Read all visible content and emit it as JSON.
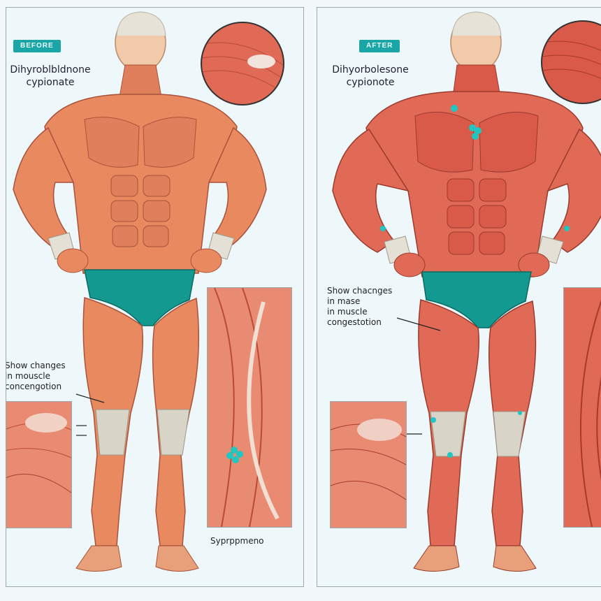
{
  "before": {
    "badge": "BEFORE",
    "title_line1": "Dihyroblbldnone",
    "title_line2": "cypionate",
    "note_line1": "Show changes",
    "note_line2": "in mouscle",
    "note_line3": "concengotion",
    "caption": "Syprppmeno"
  },
  "after": {
    "badge": "AFTER",
    "title_line1": "Dihyorbolesone",
    "title_line2": "cypionote",
    "note_line1": "Show chacnges",
    "note_line2": "in mase",
    "note_line3": "in muscle",
    "note_line4": "congestotion"
  },
  "colors": {
    "skin_before": "#e8895f",
    "muscle_before": "#e07f5b",
    "skin_after": "#e06a55",
    "muscle_after": "#d95a48",
    "shorts": "#13998f",
    "tendon": "#d8d4c8",
    "marker": "#1fc6c2"
  }
}
